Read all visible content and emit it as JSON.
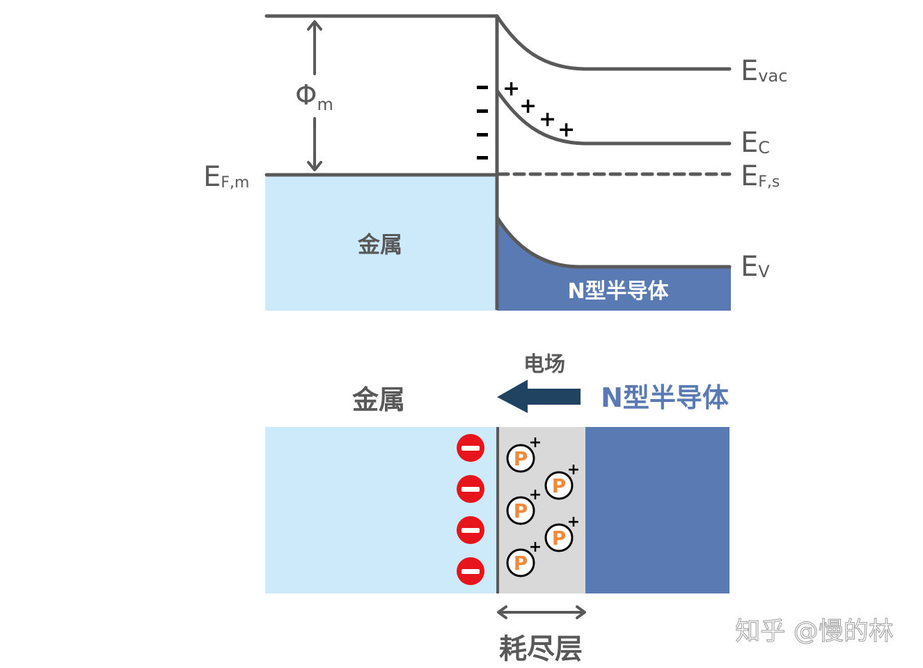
{
  "top_diagram": {
    "title_labels": {
      "phi_m": "Φ",
      "phi_m_sub": "m",
      "ef_m": "E",
      "ef_m_sub": "F,m",
      "e_vac": "E",
      "e_vac_sub": "vac",
      "e_c": "E",
      "e_c_sub": "C",
      "ef_s": "E",
      "ef_s_sub": "F,s",
      "e_v": "E",
      "e_v_sub": "V"
    },
    "metal_label": "金属",
    "semiconductor_label": "N型半导体",
    "negative_charges": [
      "-",
      "-",
      "-",
      "-"
    ],
    "positive_charges": [
      "+",
      "+",
      "+",
      "+"
    ]
  },
  "bottom_diagram": {
    "field_label": "电场",
    "metal_label": "金属",
    "semiconductor_label": "N型半导体",
    "depletion_label": "耗尽层",
    "electron_count": 4,
    "donor_ion_letter": "P",
    "donor_ion_charge": "+",
    "donor_ion_count": 5
  },
  "watermark": "知乎 @慢的林",
  "colors": {
    "line": "#595959",
    "metal_fill": "#cdeafb",
    "semiconductor_fill": "#5a7ab3",
    "depletion_fill": "#d9d9d9",
    "arrow_fill": "#1f4361",
    "electron_red": "#e8141b",
    "ion_orange": "#f08a3a",
    "semiconductor_text": "#5a7ab3"
  }
}
